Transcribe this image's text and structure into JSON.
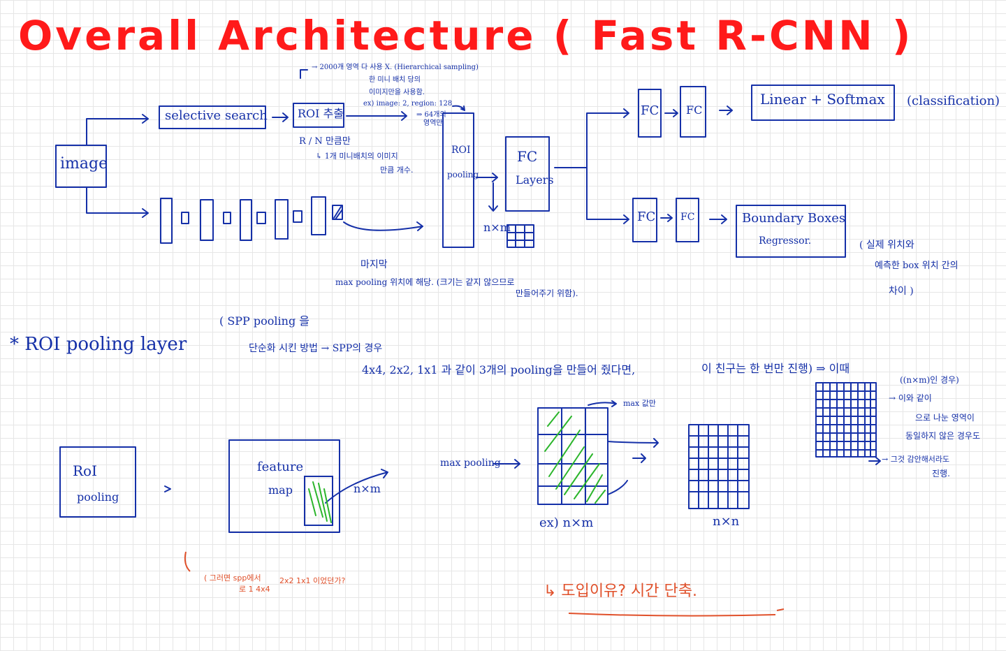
{
  "title": "Overall Architecture ( Fast R-CNN )",
  "colors": {
    "ink": "#1530a8",
    "title": "#ff1a1a",
    "hatch": "#2bb52b",
    "note": "#e0502a"
  },
  "pipeline": {
    "image": "image",
    "selective_search": "selective search",
    "roi_extract": "ROI 추출",
    "roi_notes": [
      "→ 2000개 영역 다 사용 X. (Hierarchical sampling)",
      "한 미니 배치 당의",
      "이미지만을 사용함.",
      "ex) image: 2, region: 128",
      "⇒ 64개의",
      "영역만"
    ],
    "rn_note": [
      "R / N 만큼만",
      "↳ 1개 미니배치의 이미지",
      "만큼 개수."
    ],
    "roi_pooling": [
      "ROI",
      "pooling"
    ],
    "nxm": "n×m",
    "fc_layers": [
      "FC",
      "Layers"
    ],
    "fc": "FC",
    "classifier": "Linear + Softmax",
    "classification": "(classification)",
    "bbox": [
      "Boundary Boxes",
      "Regressor."
    ],
    "bbox_note": [
      "( 실제 위치와",
      "예측한 box 위치 간의",
      "차이 )"
    ],
    "last_note": [
      "마지막",
      "max pooling 위치에 해당. (크기는 같지 않으므로",
      "만들어주기 위함)."
    ]
  },
  "roi_section": {
    "heading": "* ROI pooling layer",
    "spp_note": [
      "( SPP pooling 을",
      "단순화 시킨 방법 → SPP의 경우",
      "4x4, 2x2, 1x1 과 같이 3개의 pooling을 만들어 줬다면,",
      "이 친구는 한 번만 진행) ⇒ 이때"
    ],
    "roi_box": [
      "RoI",
      "pooling"
    ],
    "feature_map": [
      "feature",
      "map"
    ],
    "nxm": "n×m",
    "max_pooling": "max pooling",
    "max_value": "max 값만",
    "ex_nxm": "ex) n×m",
    "nxn": "n×n",
    "side_note": [
      "((n×m)인 경우)",
      "→ 이와 같이",
      "으로 나눈 영역이",
      "동일하지 않은 경우도",
      "→ 그것 감안해서라도",
      "진행."
    ],
    "orange_note": [
      "( 그러면 spp에서",
      "로 1 4x4",
      "2x2 1x1 이었던가?"
    ],
    "orange_bottom": "↳ 도입이유? 시간 단축."
  }
}
